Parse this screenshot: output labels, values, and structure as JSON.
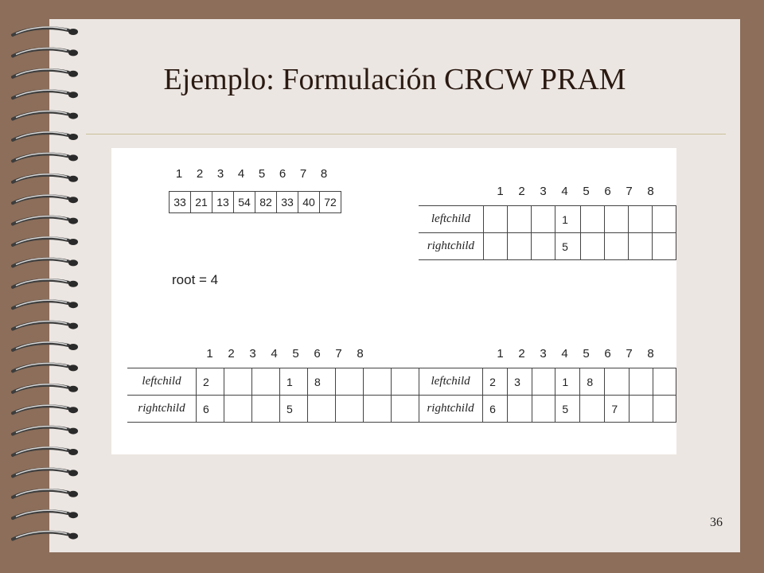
{
  "slide": {
    "title": "Ejemplo: Formulación CRCW PRAM",
    "page_number": "36"
  },
  "figure": {
    "indices": [
      "1",
      "2",
      "3",
      "4",
      "5",
      "6",
      "7",
      "8"
    ],
    "array_values": [
      "33",
      "21",
      "13",
      "54",
      "82",
      "33",
      "40",
      "72"
    ],
    "root_label": "root = 4",
    "tables": [
      {
        "indices": [
          "1",
          "2",
          "3",
          "4",
          "5",
          "6",
          "7",
          "8"
        ],
        "rows": [
          {
            "label": "leftchild",
            "cells": [
              "",
              "",
              "",
              "1",
              "",
              "",
              "",
              ""
            ]
          },
          {
            "label": "rightchild",
            "cells": [
              "",
              "",
              "",
              "5",
              "",
              "",
              "",
              ""
            ]
          }
        ]
      },
      {
        "indices": [
          "1",
          "2",
          "3",
          "4",
          "5",
          "6",
          "7",
          "8"
        ],
        "rows": [
          {
            "label": "leftchild",
            "cells": [
              "2",
              "",
              "",
              "1",
              "8",
              "",
              "",
              ""
            ]
          },
          {
            "label": "rightchild",
            "cells": [
              "6",
              "",
              "",
              "5",
              "",
              "",
              "",
              ""
            ]
          }
        ]
      },
      {
        "indices": [
          "1",
          "2",
          "3",
          "4",
          "5",
          "6",
          "7",
          "8"
        ],
        "rows": [
          {
            "label": "leftchild",
            "cells": [
              "2",
              "3",
              "",
              "1",
              "8",
              "",
              "",
              ""
            ]
          },
          {
            "label": "rightchild",
            "cells": [
              "6",
              "",
              "",
              "5",
              "",
              "7",
              "",
              ""
            ]
          }
        ]
      }
    ]
  }
}
